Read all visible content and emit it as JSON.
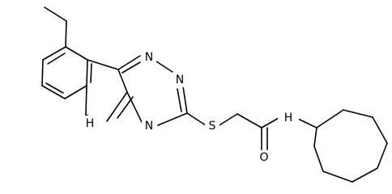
{
  "molecule": {
    "atoms": {
      "n_top": "N",
      "n_mid": "N",
      "n_bot": "N",
      "nh": "H",
      "s": "S",
      "o": "O",
      "amide_nh": "H"
    },
    "colors": {
      "bond": "#000000",
      "label": "#000000",
      "background": "#ffffff"
    }
  }
}
